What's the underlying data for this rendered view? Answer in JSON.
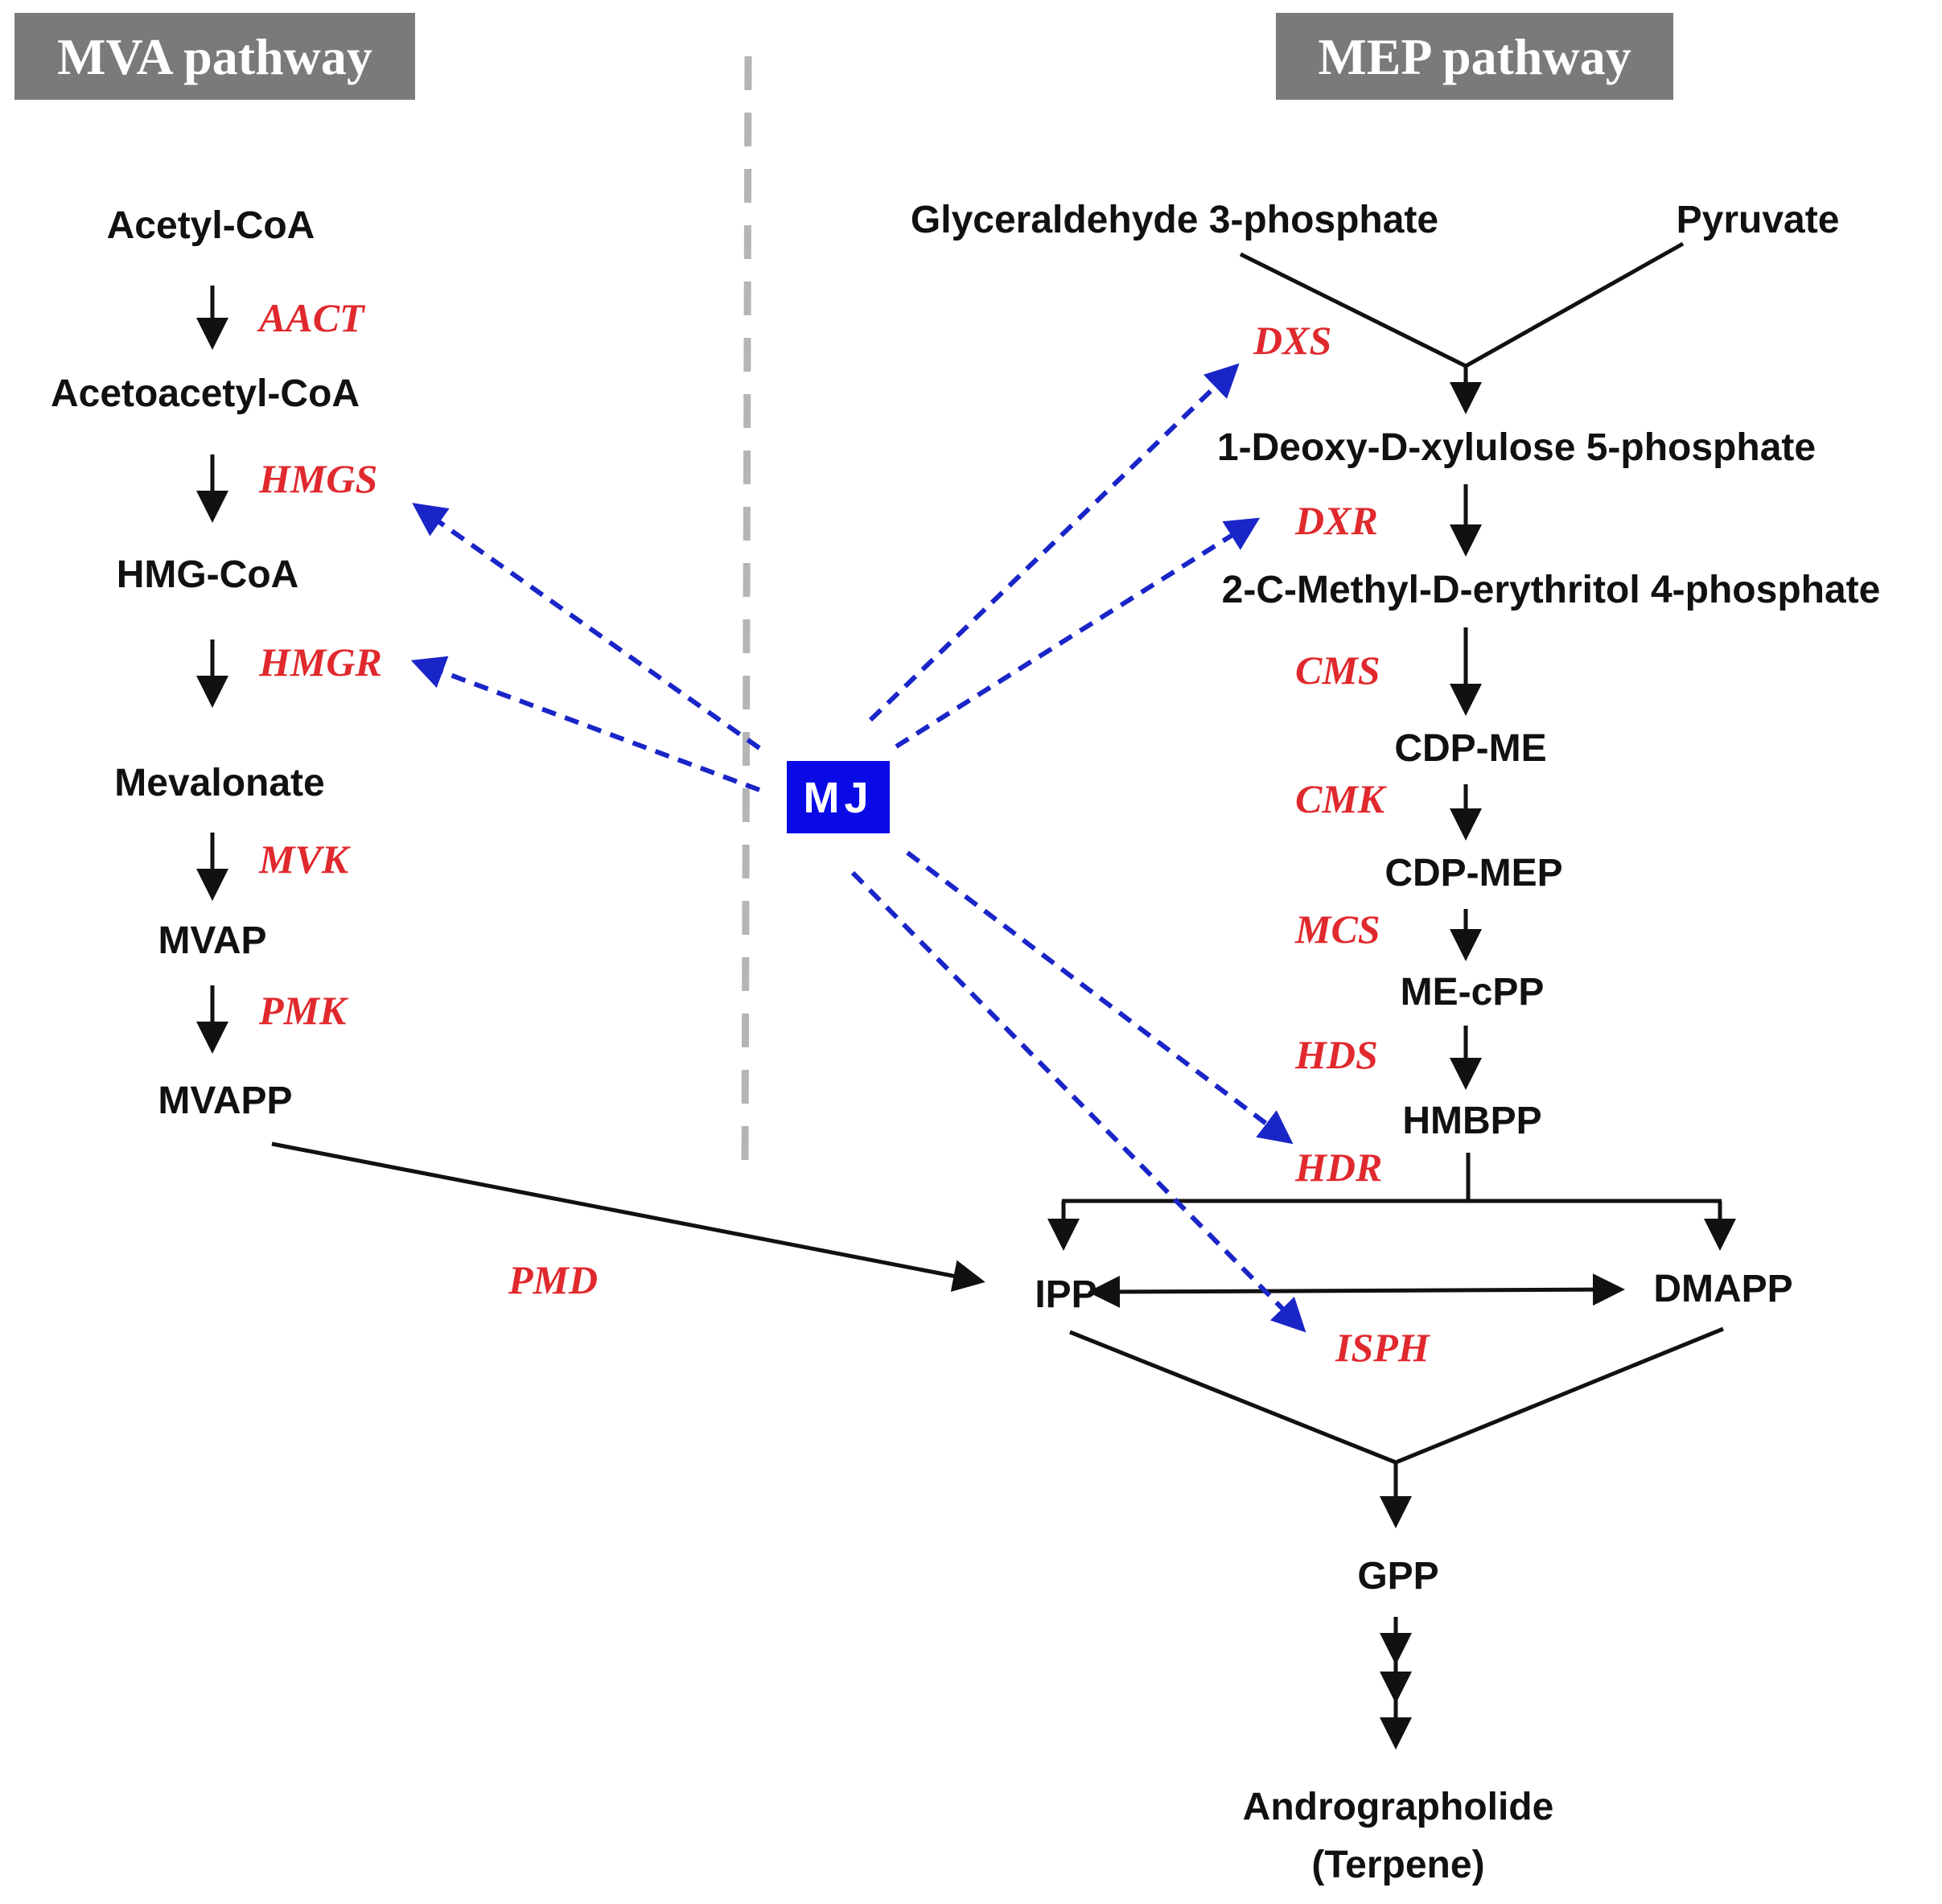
{
  "headers": {
    "mva": "MVA pathway",
    "mep": "MEP pathway"
  },
  "mva": {
    "metabolites": [
      "Acetyl-CoA",
      "Acetoacetyl-CoA",
      "HMG-CoA",
      "Mevalonate",
      "MVAP",
      "MVAPP"
    ],
    "enzymes": [
      "AACT",
      "HMGS",
      "HMGR",
      "MVK",
      "PMK"
    ]
  },
  "mep": {
    "metabolites": {
      "g3p": "Glyceraldehyde 3-phosphate",
      "pyruvate": "Pyruvate",
      "dxp": "1-Deoxy-D-xylulose 5-phosphate",
      "mep": "2-C-Methyl-D-erythritol 4-phosphate",
      "cdp_me": "CDP-ME",
      "cdp_mep": "CDP-MEP",
      "me_cpp": "ME-cPP",
      "hmbpp": "HMBPP"
    },
    "enzymes": [
      "DXS",
      "DXR",
      "CMS",
      "CMK",
      "MCS",
      "HDS",
      "HDR"
    ]
  },
  "shared": {
    "ipp": "IPP",
    "dmapp": "DMAPP",
    "gpp": "GPP",
    "product_line1": "Andrographolide",
    "product_line2": "(Terpene)",
    "pmd": "PMD",
    "isph": "ISPH"
  },
  "regulator": {
    "label": "MJ"
  },
  "colors": {
    "header_bg": "#7a7a7a",
    "enzyme_red": "#e0292e",
    "mj_blue": "#0a0ae6",
    "regulation_arrow": "#1a25c8",
    "divider_gray": "#b5b5b5"
  }
}
